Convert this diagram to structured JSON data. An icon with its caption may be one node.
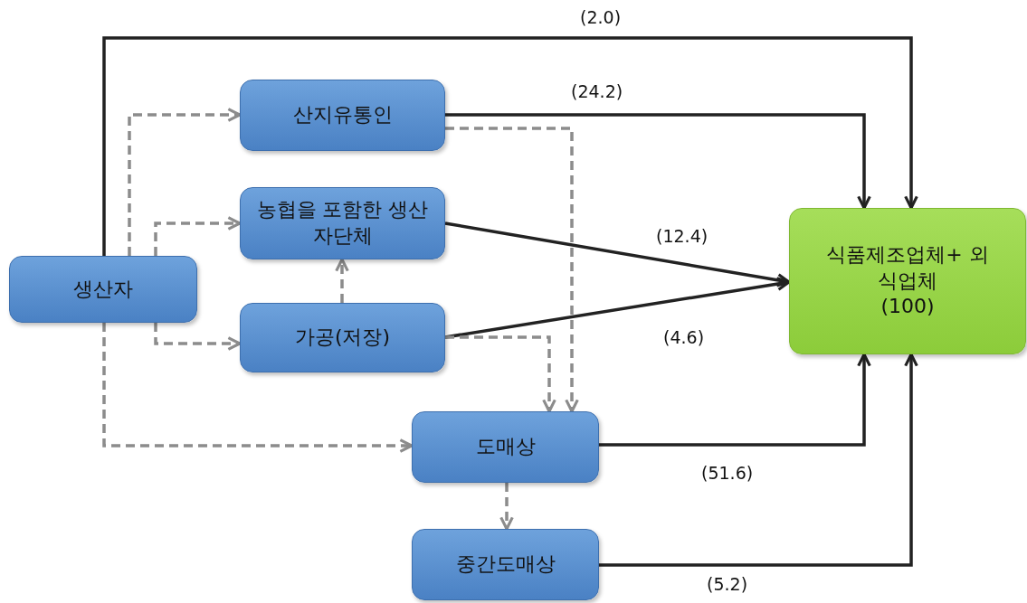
{
  "diagram": {
    "nodes": [
      {
        "text": [
          "생산자"
        ]
      },
      {
        "text": [
          "산지유통인"
        ]
      },
      {
        "text": [
          "농협을 포함한 생산자단체"
        ]
      },
      {
        "text": [
          "가공(저장)"
        ]
      },
      {
        "text": [
          "도매상"
        ]
      },
      {
        "text": [
          "중간도매상"
        ]
      },
      {
        "text": [
          "식품제조업체+ 외식업체",
          "(100)"
        ]
      }
    ],
    "edges": [
      {
        "from": 0,
        "to": 6,
        "arrow": "to",
        "label": "(2.0)",
        "color": "#222222"
      },
      {
        "from": 1,
        "to": 6,
        "arrow": "to",
        "label": "(24.2)",
        "color": "#222222"
      },
      {
        "from": 2,
        "to": 6,
        "arrow": "to",
        "label": "(12.4)",
        "color": "#222222"
      },
      {
        "from": 3,
        "to": 6,
        "arrow": "to",
        "label": "(4.6)",
        "color": "#222222"
      },
      {
        "from": 4,
        "to": 6,
        "arrow": "to",
        "label": "(51.6)",
        "color": "#222222"
      },
      {
        "from": 5,
        "to": 6,
        "arrow": "to",
        "label": "(5.2)",
        "color": "#222222"
      },
      {
        "from": 0,
        "to": 1,
        "arrow": "to",
        "style": "dashed"
      },
      {
        "from": 0,
        "to": 2,
        "arrow": "to",
        "style": "dashed"
      },
      {
        "from": 0,
        "to": 3,
        "arrow": "to",
        "style": "dashed"
      },
      {
        "from": 0,
        "to": 4,
        "arrow": "to",
        "style": "dashed"
      },
      {
        "from": 3,
        "to": 2,
        "arrow": "to",
        "style": "dashed"
      },
      {
        "from": 3,
        "to": 4,
        "arrow": "to",
        "style": "dashed"
      },
      {
        "from": 1,
        "to": 4,
        "arrow": "to",
        "style": "dashed"
      },
      {
        "from": 4,
        "to": 5,
        "arrow": "to",
        "style": "dashed"
      }
    ]
  }
}
